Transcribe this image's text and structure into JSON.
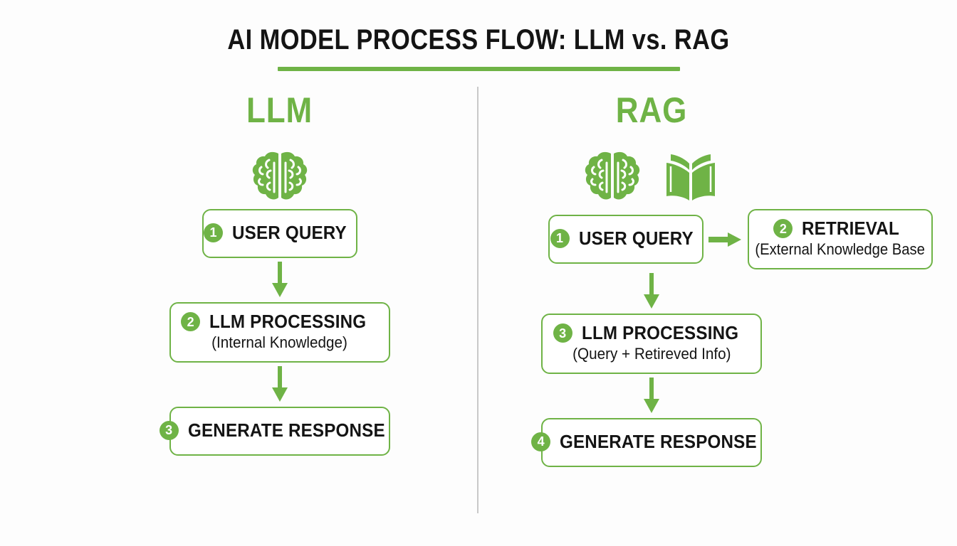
{
  "meta": {
    "accent_green": "#6fb346",
    "text_black": "#141414",
    "divider_gray": "#c9c9c9",
    "background": "#fdfdfd"
  },
  "title": {
    "text": "AI MODEL PROCESS FLOW: LLM vs. RAG"
  },
  "columns": {
    "llm": {
      "heading": "LLM",
      "icons": [
        "brain-icon"
      ],
      "steps": [
        {
          "badge": "1",
          "title": "USER QUERY",
          "subtitle": ""
        },
        {
          "badge": "2",
          "title": "LLM PROCESSING",
          "subtitle": "(Internal Knowledge)"
        },
        {
          "badge": "3",
          "title": "GENERATE RESPONSE",
          "subtitle": ""
        }
      ]
    },
    "rag": {
      "heading": "RAG",
      "icons": [
        "brain-icon",
        "open-book-icon"
      ],
      "steps": [
        {
          "badge": "1",
          "title": "USER QUERY",
          "subtitle": ""
        },
        {
          "badge": "2",
          "title": "RETRIEVAL",
          "subtitle": "(External Knowledge Base"
        },
        {
          "badge": "3",
          "title": "LLM PROCESSING",
          "subtitle": "(Query + Retireved Info)"
        },
        {
          "badge": "4",
          "title": "GENERATE RESPONSE",
          "subtitle": ""
        }
      ]
    }
  }
}
